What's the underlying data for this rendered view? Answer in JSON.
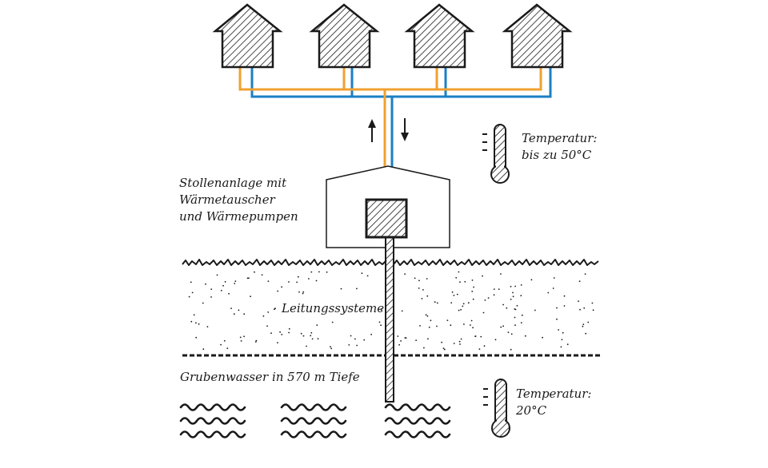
{
  "colors": {
    "hot_pipe": "#f0a030",
    "cold_pipe": "#1b7fc4",
    "ink": "#1a1a1a",
    "background": "#ffffff"
  },
  "labels": {
    "plant": [
      "Stollenanlage mit",
      "Wärmetauscher",
      "und Wärmepumpen"
    ],
    "pipes": "Leitungssysteme",
    "mine_water": "Grubenwasser in 570 m Tiefe",
    "temp_top": [
      "Temperatur:",
      "bis zu 50°C"
    ],
    "temp_bottom": [
      "Temperatur:",
      "20°C"
    ]
  },
  "icons": [
    "house-icon",
    "house-icon",
    "house-icon",
    "house-icon",
    "arrow-up-icon",
    "arrow-down-icon",
    "thermometer-icon",
    "thermometer-icon",
    "water-wave-icon"
  ]
}
